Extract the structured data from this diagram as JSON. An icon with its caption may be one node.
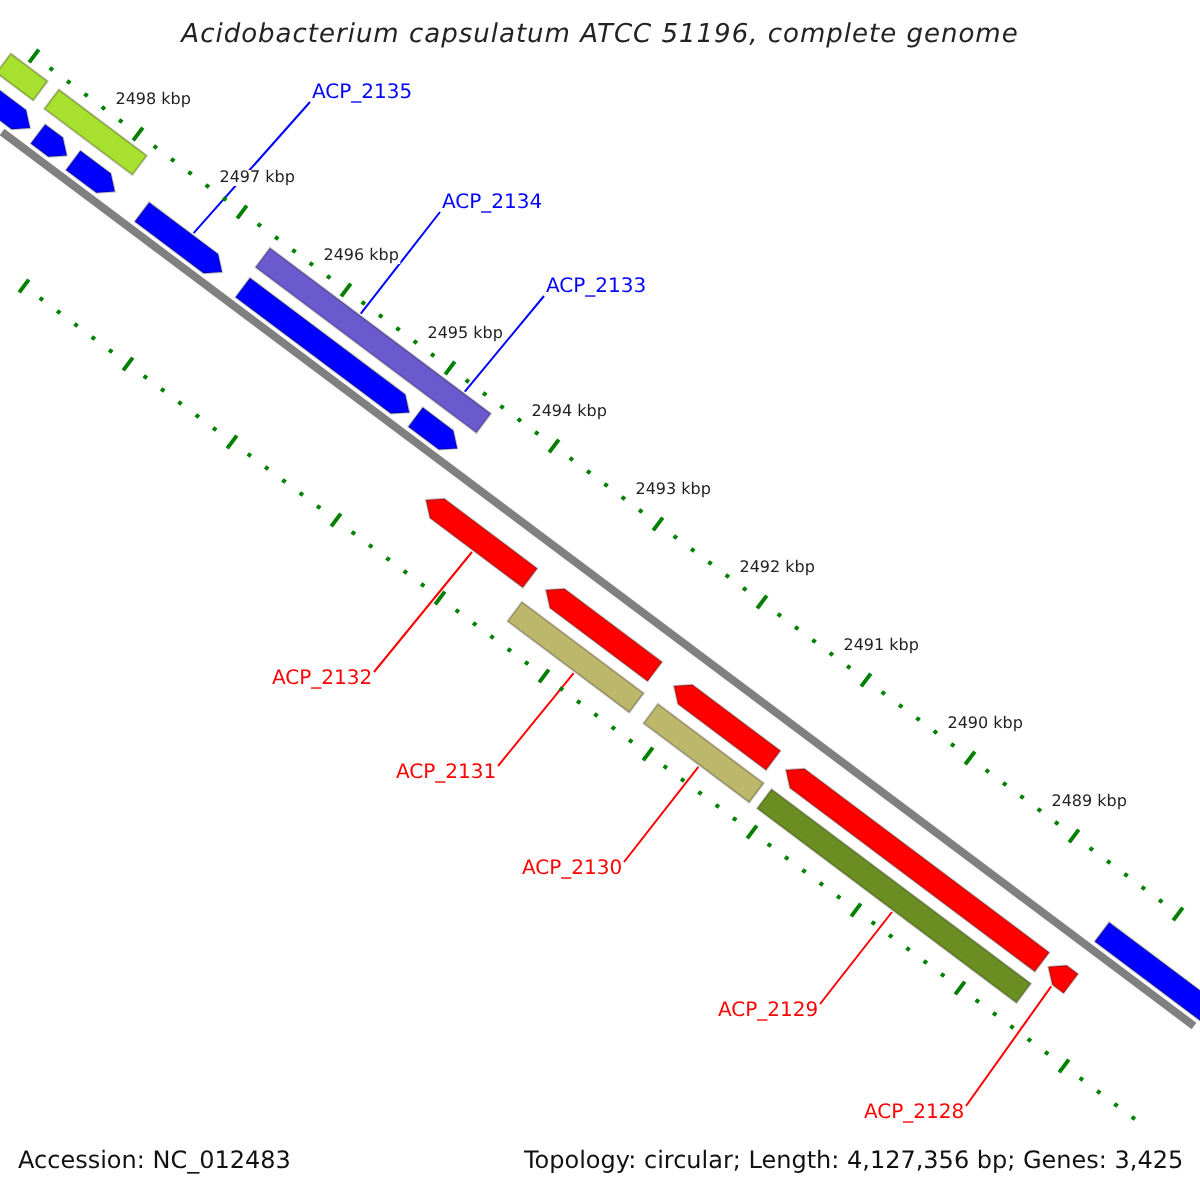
{
  "diagram": {
    "title": "Acidobacterium capsulatum ATCC 51196, complete genome",
    "nodes": [
      {
        "text": [
          "ACP_2135"
        ]
      },
      {
        "text": [
          "ACP_2134"
        ]
      },
      {
        "text": [
          "ACP_2133"
        ]
      },
      {
        "text": [
          "ACP_2132"
        ]
      },
      {
        "text": [
          "ACP_2131"
        ]
      },
      {
        "text": [
          "ACP_2130"
        ]
      },
      {
        "text": [
          "ACP_2129"
        ]
      },
      {
        "text": [
          "ACP_2128"
        ]
      },
      {
        "text": [],
        "shape": "bar"
      },
      {
        "text": [],
        "shape": "pentagon"
      },
      {
        "text": [],
        "shape": "bar"
      },
      {
        "text": [],
        "shape": "pentagon"
      },
      {
        "text": [],
        "shape": "pentagon"
      },
      {
        "text": [],
        "shape": "pentagon"
      },
      {
        "text": [],
        "shape": "bar"
      },
      {
        "text": [],
        "shape": "pentagon"
      },
      {
        "text": [],
        "shape": "pentagon"
      },
      {
        "text": [],
        "shape": "pentagon"
      },
      {
        "text": [],
        "shape": "bar"
      },
      {
        "text": [],
        "shape": "pentagon"
      },
      {
        "text": [],
        "shape": "bar"
      },
      {
        "text": [],
        "shape": "pentagon"
      },
      {
        "text": [],
        "shape": "bar"
      },
      {
        "text": [],
        "shape": "pentagon"
      },
      {
        "text": [],
        "shape": "pentagon"
      },
      {
        "text": [],
        "shape": "bar"
      }
    ],
    "edges": [
      {
        "from": 0,
        "to": 13,
        "arrow": "none",
        "color": "#0000ff"
      },
      {
        "from": 1,
        "to": 14,
        "arrow": "none",
        "color": "#0000ff"
      },
      {
        "from": 2,
        "to": 14,
        "arrow": "none",
        "color": "#0000ff"
      },
      {
        "from": 3,
        "to": 17,
        "arrow": "none"
      },
      {
        "from": 4,
        "to": 18,
        "arrow": "none"
      },
      {
        "from": 5,
        "to": 20,
        "arrow": "none"
      },
      {
        "from": 6,
        "to": 22,
        "arrow": "none"
      },
      {
        "from": 7,
        "to": 24,
        "arrow": "none"
      }
    ],
    "labels": [
      "2498 kbp",
      "2497 kbp",
      "2496 kbp",
      "2495 kbp",
      "2494 kbp",
      "2493 kbp",
      "2492 kbp",
      "2491 kbp",
      "2490 kbp",
      "2489 kbp",
      "Accession: NC_012483",
      "Topology: circular; Length: 4,127,356 bp; Genes: 3,425"
    ]
  }
}
